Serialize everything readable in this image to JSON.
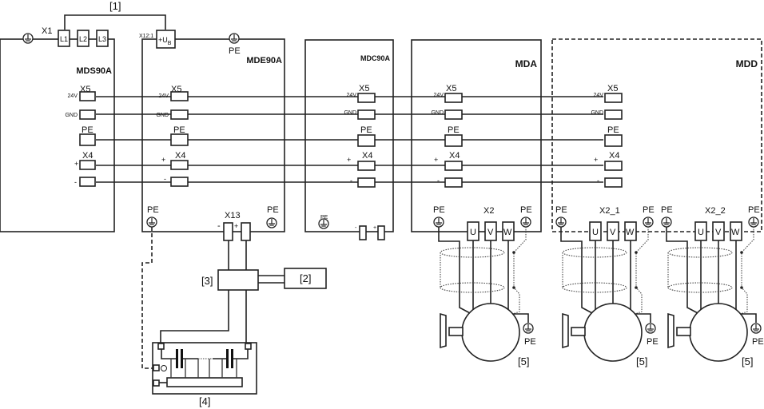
{
  "title": "MOVIDRIVE modular system wiring diagram",
  "callouts": {
    "c1": "[1]",
    "c2": "[2]",
    "c3": "[3]",
    "c4": "[4]",
    "c5": "[5]"
  },
  "modules": [
    {
      "id": "MDS90A",
      "label": "MDS90A",
      "border": "solid"
    },
    {
      "id": "MDE90A",
      "label": "MDE90A",
      "border": "solid"
    },
    {
      "id": "MDC90A",
      "label": "MDC90A",
      "border": "solid"
    },
    {
      "id": "MDA",
      "label": "MDA",
      "border": "solid"
    },
    {
      "id": "MDD",
      "label": "MDD",
      "border": "dashed"
    }
  ],
  "labels": {
    "x1": "X1",
    "l1": "L1",
    "l2": "L2",
    "l3": "L3",
    "x12": "X12:1",
    "ub": "+U",
    "ub_sub": "B",
    "pe": "PE",
    "x5": "X5",
    "x4": "X4",
    "v24": "24V",
    "gnd": "GND",
    "plus": "+",
    "minus": "-",
    "x13": "X13",
    "x2": "X2",
    "x2_1": "X2_1",
    "x2_2": "X2_2",
    "u": "U",
    "v": "V",
    "w": "W"
  },
  "colors": {
    "line": "#222222",
    "background": "#ffffff"
  }
}
